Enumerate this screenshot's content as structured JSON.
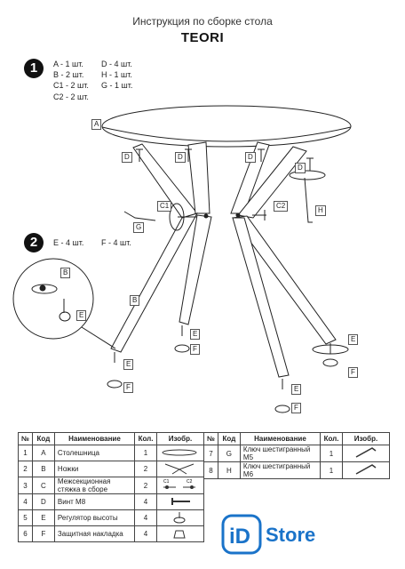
{
  "header": {
    "title": "Инструкция по сборке стола",
    "subtitle": "TEORI"
  },
  "step1": {
    "number": "1",
    "parts_col1": [
      "A - 1 шт.",
      "B - 2 шт.",
      "C1 - 2 шт.",
      "C2 - 2 шт."
    ],
    "parts_col2": [
      "D - 4 шт.",
      "H - 1 шт.",
      "G - 1 шт."
    ]
  },
  "step2": {
    "number": "2",
    "parts": [
      "E - 4 шт.",
      "F - 4 шт."
    ]
  },
  "labels": {
    "A": "A",
    "B": "B",
    "C1": "C1",
    "C2": "C2",
    "D": "D",
    "E": "E",
    "F": "F",
    "G": "G",
    "H": "H"
  },
  "table_left": {
    "headers": [
      "№",
      "Код",
      "Наименование",
      "Кол.",
      "Изобр."
    ],
    "rows": [
      {
        "n": "1",
        "code": "A",
        "name": "Столешница",
        "qty": "1",
        "icon": "tabletop-icon"
      },
      {
        "n": "2",
        "code": "B",
        "name": "Ножки",
        "qty": "2",
        "icon": "legs-icon"
      },
      {
        "n": "3",
        "code": "C",
        "name": "Межсекционная стяжка в сборе",
        "qty": "2",
        "icon": "connector-icon"
      },
      {
        "n": "4",
        "code": "D",
        "name": "Винт М8",
        "qty": "4",
        "icon": "screw-icon"
      },
      {
        "n": "5",
        "code": "E",
        "name": "Регулятор высоты",
        "qty": "4",
        "icon": "leveler-icon"
      },
      {
        "n": "6",
        "code": "F",
        "name": "Защитная накладка",
        "qty": "4",
        "icon": "cap-icon"
      }
    ]
  },
  "table_right": {
    "headers": [
      "№",
      "Код",
      "Наименование",
      "Кол.",
      "Изобр."
    ],
    "rows": [
      {
        "n": "7",
        "code": "G",
        "name": "Ключ шестигранный М5",
        "qty": "1",
        "icon": "hex-key-icon"
      },
      {
        "n": "8",
        "code": "H",
        "name": "Ключ шестигранный М6",
        "qty": "1",
        "icon": "hex-key-icon"
      }
    ]
  },
  "connector_icon_labels": {
    "c1": "C1",
    "c2": "C2"
  },
  "logo": {
    "prefix": "iD",
    "text": "Store",
    "color": "#1a73c9"
  }
}
